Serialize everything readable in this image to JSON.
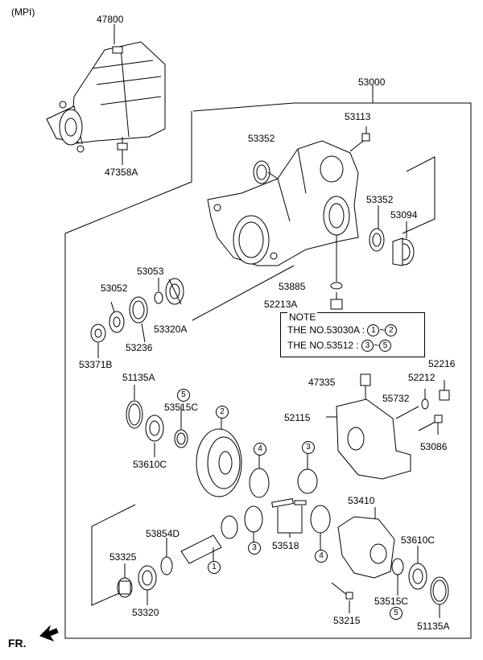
{
  "header": {
    "variant": "(MPI)"
  },
  "labels": {
    "l47800": "47800",
    "l47358A": "47358A",
    "l53000": "53000",
    "l53113": "53113",
    "l53352a": "53352",
    "l53352b": "53352",
    "l53094": "53094",
    "l53885": "53885",
    "l52213A": "52213A",
    "l53053": "53053",
    "l53052": "53052",
    "l53320A": "53320A",
    "l53236": "53236",
    "l53371B": "53371B",
    "l51135Aa": "51135A",
    "l53515Ca": "53515C",
    "l53610Ca": "53610C",
    "l47335": "47335",
    "l52216": "52216",
    "l52212": "52212",
    "l55732": "55732",
    "l52115": "52115",
    "l53086": "53086",
    "l53410": "53410",
    "l53854D": "53854D",
    "l53518": "53518",
    "l53325": "53325",
    "l53320": "53320",
    "l53610Cb": "53610C",
    "l53515Cb": "53515C",
    "l51135Ab": "51135A",
    "l53215": "53215"
  },
  "note": {
    "title": "NOTE",
    "row1_text": "THE NO.53030A :",
    "row1_from": "1",
    "row1_sep": "~",
    "row1_to": "2",
    "row2_text": "THE NO.53512 :",
    "row2_from": "3",
    "row2_sep": "~",
    "row2_to": "5"
  },
  "callouts": {
    "c5a": "5",
    "c2": "2",
    "c4a": "4",
    "c3a": "3",
    "c3b": "3",
    "c1": "1",
    "c4b": "4",
    "c5b": "5"
  },
  "footer": {
    "direction": "FR."
  }
}
